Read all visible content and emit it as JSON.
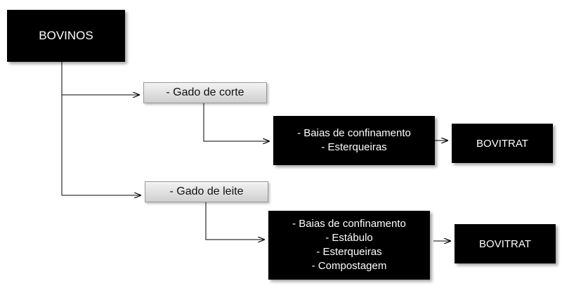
{
  "diagram": {
    "root": {
      "label": "BOVINOS"
    },
    "branches": [
      {
        "category": "- Gado de corte",
        "items": [
          "- Baias de confinamento",
          "- Esterqueiras"
        ],
        "output": "BOVITRAT"
      },
      {
        "category": "- Gado de leite",
        "items": [
          "- Baias de confinamento",
          "- Estábulo",
          "- Esterqueiras",
          "- Compostagem"
        ],
        "output": "BOVITRAT"
      }
    ],
    "colors": {
      "dark_box": "#000000",
      "dark_text": "#ffffff",
      "light_box": "#dcdcdc",
      "connector": "#000000"
    }
  }
}
